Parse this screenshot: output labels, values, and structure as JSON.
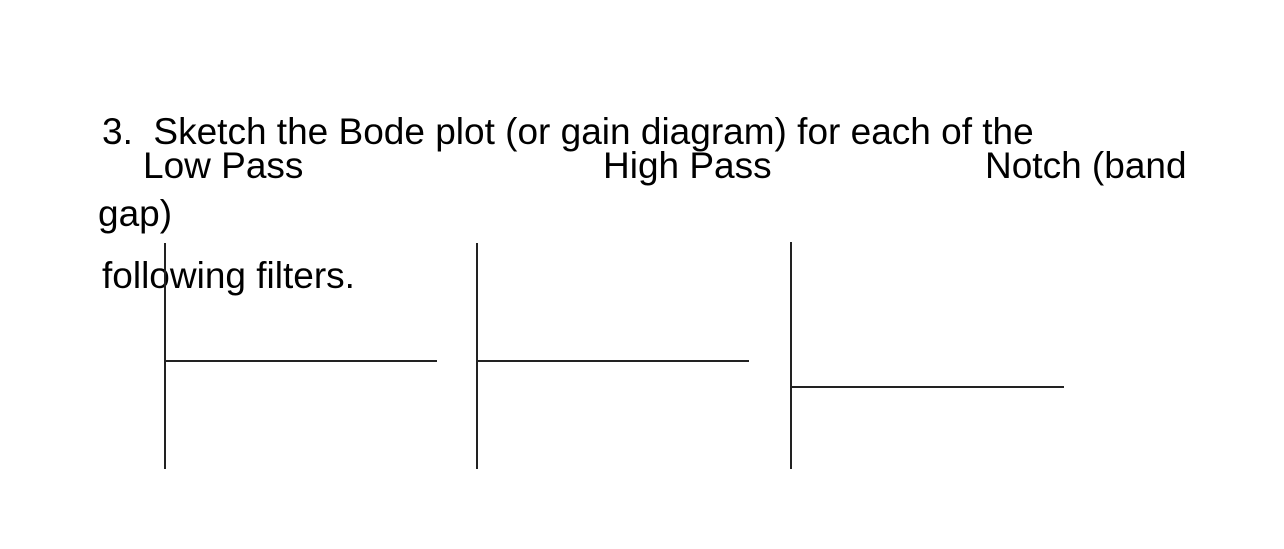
{
  "page": {
    "background_color": "#ffffff",
    "text_color": "#000000",
    "stroke_color": "#222222"
  },
  "prompt": {
    "line1": "3.  Sketch the Bode plot (or gain diagram) for each of the",
    "line2": "following filters."
  },
  "filter_labels": {
    "low_pass": "Low Pass",
    "high_pass": "High Pass",
    "notch_line1": "Notch (band",
    "notch_line2": "gap)"
  },
  "sketches": [
    {
      "label": "Low Pass",
      "content": "blank axes for sketching"
    },
    {
      "label": "High Pass",
      "content": "blank axes for sketching"
    },
    {
      "label": "Notch (band gap)",
      "content": "blank axes for sketching"
    }
  ]
}
